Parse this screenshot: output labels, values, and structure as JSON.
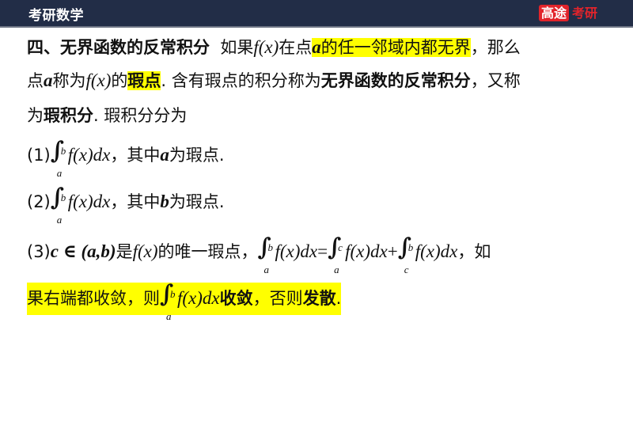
{
  "header": {
    "title": "考研数学",
    "brand_badge": "高途",
    "brand_text": "考研",
    "colors": {
      "bar": "#222d47",
      "brand_red": "#e2242b",
      "highlight": "#ffff00"
    }
  },
  "content": {
    "line1": {
      "heading": "四、无界函数的反常积分",
      "t1": "如果",
      "fx": "f(x)",
      "t2": "在点",
      "a": "a",
      "hl_text": "的任一邻域内都无界",
      "t3": "，那么"
    },
    "line2": {
      "t1": "点",
      "a": "a",
      "t2": "称为",
      "fx": "f(x)",
      "t3": "的",
      "hl_bold": "瑕点",
      "t4": ". 含有瑕点的积分称为",
      "bold": "无界函数的反常积分",
      "t5": "，又称"
    },
    "line3": {
      "t1": "为",
      "bold": "瑕积分",
      "t2": ". 瑕积分分为"
    },
    "item1": {
      "num": "(1)",
      "upper": "b",
      "lower": "a",
      "integrand": "f(x)dx",
      "t1": "，其中",
      "var": "a",
      "t2": "为瑕点."
    },
    "item2": {
      "num": "(2)",
      "upper": "b",
      "lower": "a",
      "integrand": "f(x)dx",
      "t1": "，其中",
      "var": "b",
      "t2": "为瑕点."
    },
    "item3": {
      "num": "(3)",
      "cond": "c ∈ (a,b)",
      "t1": "是",
      "fx": "f(x)",
      "t2": "的唯一瑕点，",
      "int1": {
        "upper": "b",
        "lower": "a",
        "integrand": "f(x)dx"
      },
      "eq": "=",
      "int2": {
        "upper": "c",
        "lower": "a",
        "integrand": "f(x)dx"
      },
      "plus": "+",
      "int3": {
        "upper": "b",
        "lower": "c",
        "integrand": "f(x)dx"
      },
      "t3": "，如"
    },
    "line_last": {
      "t1": "果右端都收敛，则",
      "int": {
        "upper": "b",
        "lower": "a",
        "integrand": "f(x)dx"
      },
      "bold1": "收敛",
      "t2": "，否则",
      "bold2": "发散",
      "t3": "."
    }
  }
}
